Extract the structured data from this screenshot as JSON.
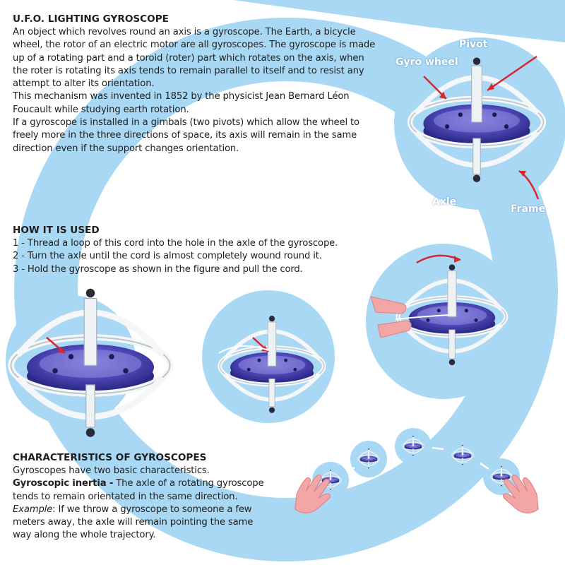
{
  "intro": {
    "title": "U.F.O. LIGHTING GYROSCOPE",
    "paragraphs": [
      "An object which revolves round an axis is a gyroscope. The Earth, a bicycle wheel, the rotor of an electric motor are all gyroscopes. The gyroscope is made up of a rotating part and a toroid (roter) part which rotates on the axis, when the roter is rotating its axis tends to remain parallel to itself and to resist any attempt to alter its orientation.",
      "This mechanism was invented in 1852 by the physicist Jean Bernard Léon Foucault while studying earth rotation.",
      "If a gyroscope is installed in a gimbals (two pivots) which allow the wheel to freely more in the three directions of space, its axis will remain in the same direction even if the support changes orientation."
    ]
  },
  "labels": {
    "pivot": "Pivot",
    "gyro_wheel": "Gyro wheel",
    "axle": "Axle",
    "frame": "Frame"
  },
  "howto": {
    "title": "HOW IT IS USED",
    "steps": [
      "1 - Thread a loop of this cord into the hole in the axle of the gyroscope.",
      "2 - Turn the axle until the cord is almost completely wound round it.",
      "3 - Hold the gyroscope as shown in the figure and pull the cord."
    ]
  },
  "chars": {
    "title": "CHARACTERISTICS OF GYROSCOPES",
    "intro": "Gyroscopes have two basic characteristics.",
    "inertia_term": "Gyroscopic inertia -",
    "inertia_text": " The axle of a rotating gyroscope tends to remain orientated in the same direction.",
    "example_term": "Example",
    "example_text": ": If we throw a gyroscope to someone a few meters away, the axle will remain pointing the same way along the whole trajectory."
  },
  "colors": {
    "band": "#a9d8f4",
    "disc": "#4b46b4",
    "arrow": "#d8262e",
    "hand": "#f2a6a6"
  }
}
